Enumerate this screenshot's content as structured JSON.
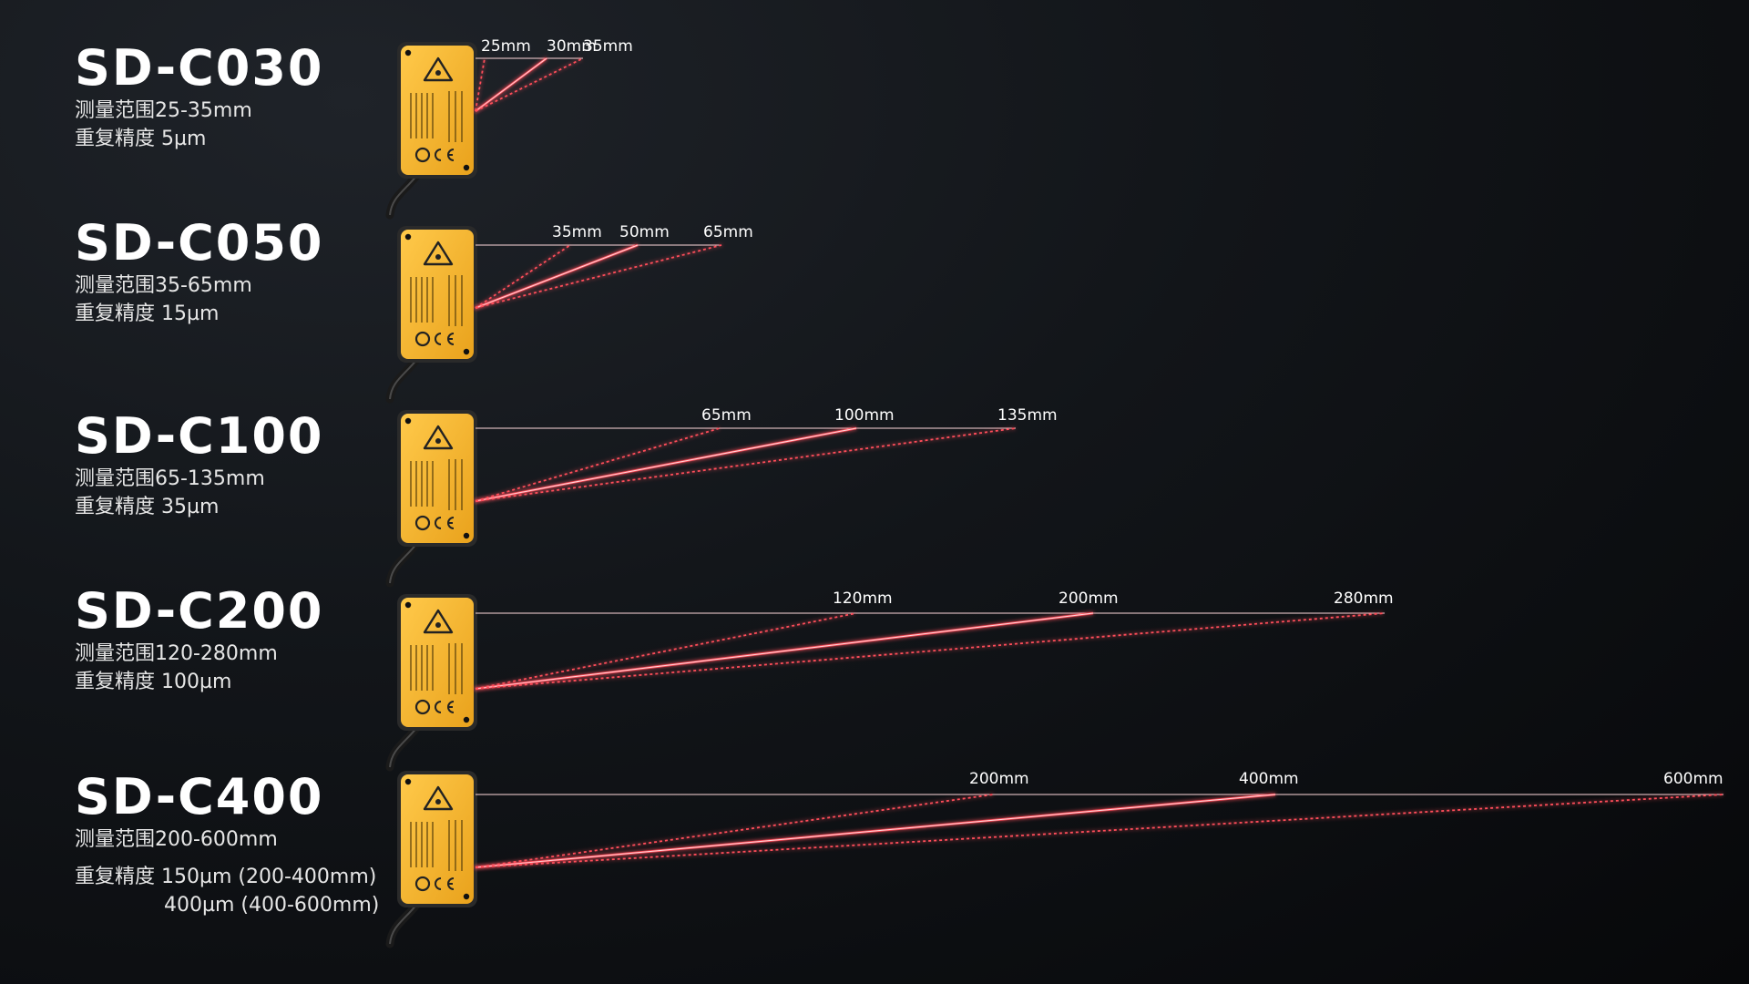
{
  "models": [
    {
      "name": "SD-C030",
      "range_text": "测量范围25-35mm",
      "precision_text": "重复精度 5µm",
      "distances": [
        "25mm",
        "30mm",
        "35mm"
      ]
    },
    {
      "name": "SD-C050",
      "range_text": "测量范围35-65mm",
      "precision_text": "重复精度 15µm",
      "distances": [
        "35mm",
        "50mm",
        "65mm"
      ]
    },
    {
      "name": "SD-C100",
      "range_text": "测量范围65-135mm",
      "precision_text": "重复精度 35µm",
      "distances": [
        "65mm",
        "100mm",
        "135mm"
      ]
    },
    {
      "name": "SD-C200",
      "range_text": "测量范围120-280mm",
      "precision_text": "重复精度 100µm",
      "distances": [
        "120mm",
        "200mm",
        "280mm"
      ]
    },
    {
      "name": "SD-C400",
      "range_text": "测量范围200-600mm",
      "precision_text": "重复精度 150µm (200-400mm)",
      "precision_text_2": "400µm (400-600mm)",
      "distances": [
        "200mm",
        "400mm",
        "600mm"
      ]
    }
  ],
  "colors": {
    "sensor_body": "#f5b82e",
    "sensor_edge": "#2a2a2a",
    "laser": "#ff4d5a",
    "laser_core": "#ffd9dc"
  }
}
